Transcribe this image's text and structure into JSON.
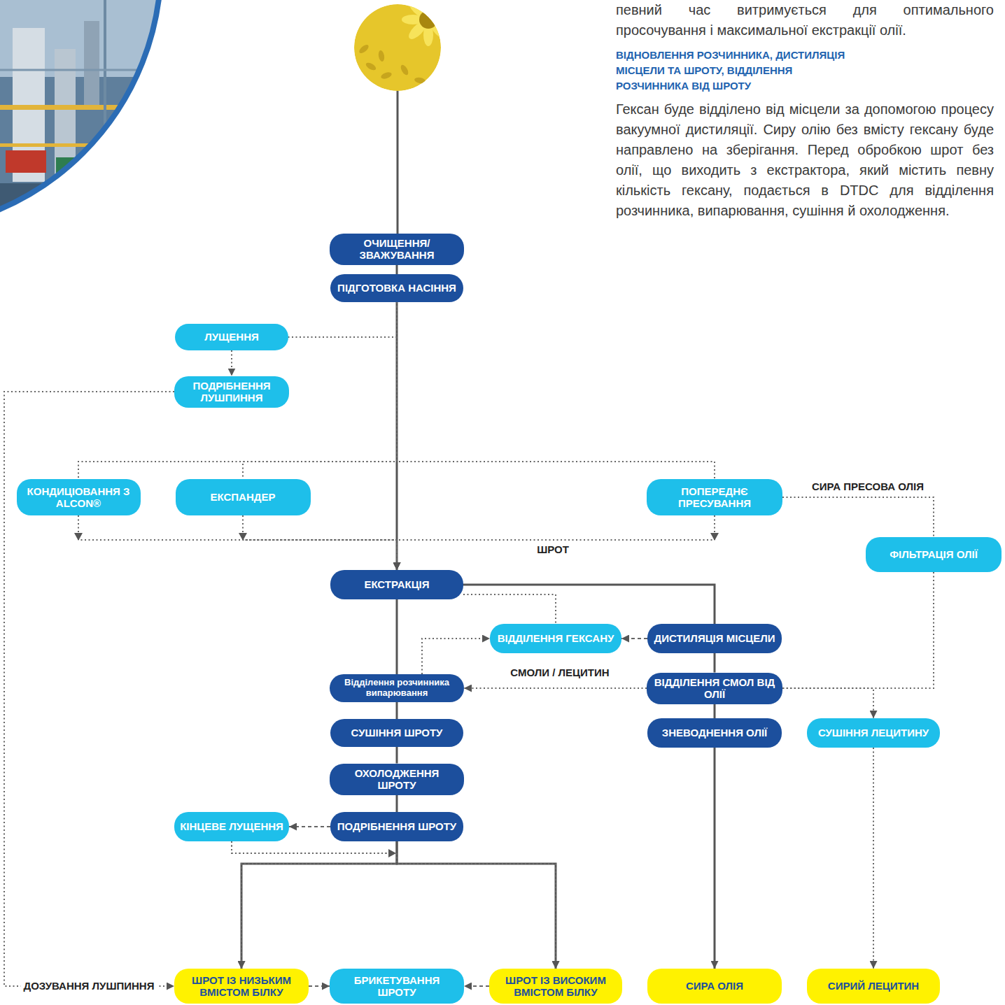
{
  "diagram": {
    "nodes": [
      {
        "text": [
          "ОЧИЩЕННЯ/ ЗВАЖУВАННЯ"
        ]
      },
      {
        "text": [
          "ПІДГОТОВКА НАСІННЯ"
        ]
      },
      {
        "text": [
          "ЛУЩЕННЯ"
        ]
      },
      {
        "text": [
          "ПОДРІБНЕННЯ ЛУШПИННЯ"
        ]
      },
      {
        "text": [
          "КОНДИЦІОВАННЯ З ALCON®"
        ]
      },
      {
        "text": [
          "ЕКСПАНДЕР"
        ]
      },
      {
        "text": [
          "ПОПЕРЕДНЄ ПРЕСУВАННЯ"
        ]
      },
      {
        "text": [
          "ФІЛЬТРАЦІЯ ОЛІЇ"
        ]
      },
      {
        "text": [
          "ЕКСТРАКЦІЯ"
        ]
      },
      {
        "text": [
          "ВІДДІЛЕННЯ ГЕКСАНУ"
        ]
      },
      {
        "text": [
          "ДИСТИЛЯЦІЯ МІСЦЕЛИ"
        ]
      },
      {
        "text": [
          "Відділення розчинника випарювання"
        ]
      },
      {
        "text": [
          "ВІДДІЛЕННЯ СМОЛ ВІД ОЛІЇ"
        ]
      },
      {
        "text": [
          "СУШІННЯ ШРОТУ"
        ]
      },
      {
        "text": [
          "ЗНЕВОДНЕННЯ ОЛІЇ"
        ]
      },
      {
        "text": [
          "СУШІННЯ ЛЕЦИТИНУ"
        ]
      },
      {
        "text": [
          "ОХОЛОДЖЕННЯ ШРОТУ"
        ]
      },
      {
        "text": [
          "ПОДРІБНЕННЯ ШРОТУ"
        ]
      },
      {
        "text": [
          "КІНЦЕВЕ ЛУЩЕННЯ"
        ]
      },
      {
        "text": [
          "ШРОТ ІЗ НИЗЬКИМ ВМІСТОМ БІЛКУ"
        ]
      },
      {
        "text": [
          "БРИКЕТУВАННЯ ШРОТУ"
        ]
      },
      {
        "text": [
          "ШРОТ ІЗ ВИСОКИМ ВМІСТОМ БІЛКУ"
        ]
      },
      {
        "text": [
          "СИРА ОЛІЯ"
        ]
      },
      {
        "text": [
          "СИРИЙ ЛЕЦИТИН"
        ]
      }
    ],
    "edges": [
      {
        "from": 0,
        "to": 1,
        "arrow": "none"
      },
      {
        "from": 1,
        "to": 8,
        "arrow": "to"
      },
      {
        "from": 1,
        "to": 2,
        "arrow": "none"
      },
      {
        "from": 2,
        "to": 3,
        "arrow": "to"
      },
      {
        "from": 3,
        "to": 19,
        "label": "ДОЗУВАННЯ ЛУШПИННЯ",
        "arrow": "to"
      },
      {
        "from": 1,
        "to": 4,
        "arrow": "none"
      },
      {
        "from": 1,
        "to": 5,
        "arrow": "none"
      },
      {
        "from": 1,
        "to": 6,
        "arrow": "none"
      },
      {
        "from": 4,
        "to": 8,
        "arrow": "to"
      },
      {
        "from": 5,
        "to": 8,
        "arrow": "to"
      },
      {
        "from": 6,
        "to": 8,
        "label": "ШРОТ",
        "arrow": "to"
      },
      {
        "from": 6,
        "to": 7,
        "label": "СИРА ПРЕСОВА ОЛІЯ",
        "arrow": "none"
      },
      {
        "from": 8,
        "to": 11,
        "arrow": "none"
      },
      {
        "from": 8,
        "to": 9,
        "arrow": "none"
      },
      {
        "from": 8,
        "to": 10,
        "arrow": "none"
      },
      {
        "from": 10,
        "to": 9,
        "arrow": "to"
      },
      {
        "from": 11,
        "to": 9,
        "arrow": "to"
      },
      {
        "from": 12,
        "to": 11,
        "label": "СМОЛИ / ЛЕЦИТИН",
        "arrow": "to"
      },
      {
        "from": 10,
        "to": 12,
        "arrow": "none"
      },
      {
        "from": 12,
        "to": 14,
        "arrow": "none"
      },
      {
        "from": 14,
        "to": 22,
        "arrow": "to"
      },
      {
        "from": 7,
        "to": 12,
        "arrow": "none"
      },
      {
        "from": 12,
        "to": 15,
        "arrow": "to"
      },
      {
        "from": 11,
        "to": 13,
        "arrow": "none"
      },
      {
        "from": 13,
        "to": 16,
        "arrow": "none"
      },
      {
        "from": 16,
        "to": 17,
        "arrow": "none"
      },
      {
        "from": 17,
        "to": 18,
        "arrow": "to"
      },
      {
        "from": 17,
        "to": 19,
        "arrow": "to"
      },
      {
        "from": 17,
        "to": 21,
        "arrow": "to"
      },
      {
        "from": 18,
        "to": 19,
        "arrow": "to"
      },
      {
        "from": 18,
        "to": 21,
        "arrow": "to"
      },
      {
        "from": 19,
        "to": 20,
        "arrow": "to"
      },
      {
        "from": 21,
        "to": 20,
        "arrow": "to"
      },
      {
        "from": 15,
        "to": 23,
        "arrow": "to"
      }
    ],
    "labels": [
      "певний час витримується для оптимального просочування і максимальної екстракції олії.",
      "ВІДНОВЛЕННЯ РОЗЧИННИКА, ДИСТИЛЯЦІЯ МІСЦЕЛИ ТА ШРОТУ, ВІДДІЛЕННЯ РОЗЧИННИКА ВІД ШРОТУ",
      "Гексан буде відділено від місцели за допомогою процесу вакуумної дистиляції. Сиру олію без вмісту гексану буде направлено на зберігання. Перед обробкою шрот без олії, що виходить з екстрактора, який містить певну кількість гексану, подається в DTDC для відділення розчинника, випарювання, сушіння й охолодження."
    ]
  }
}
